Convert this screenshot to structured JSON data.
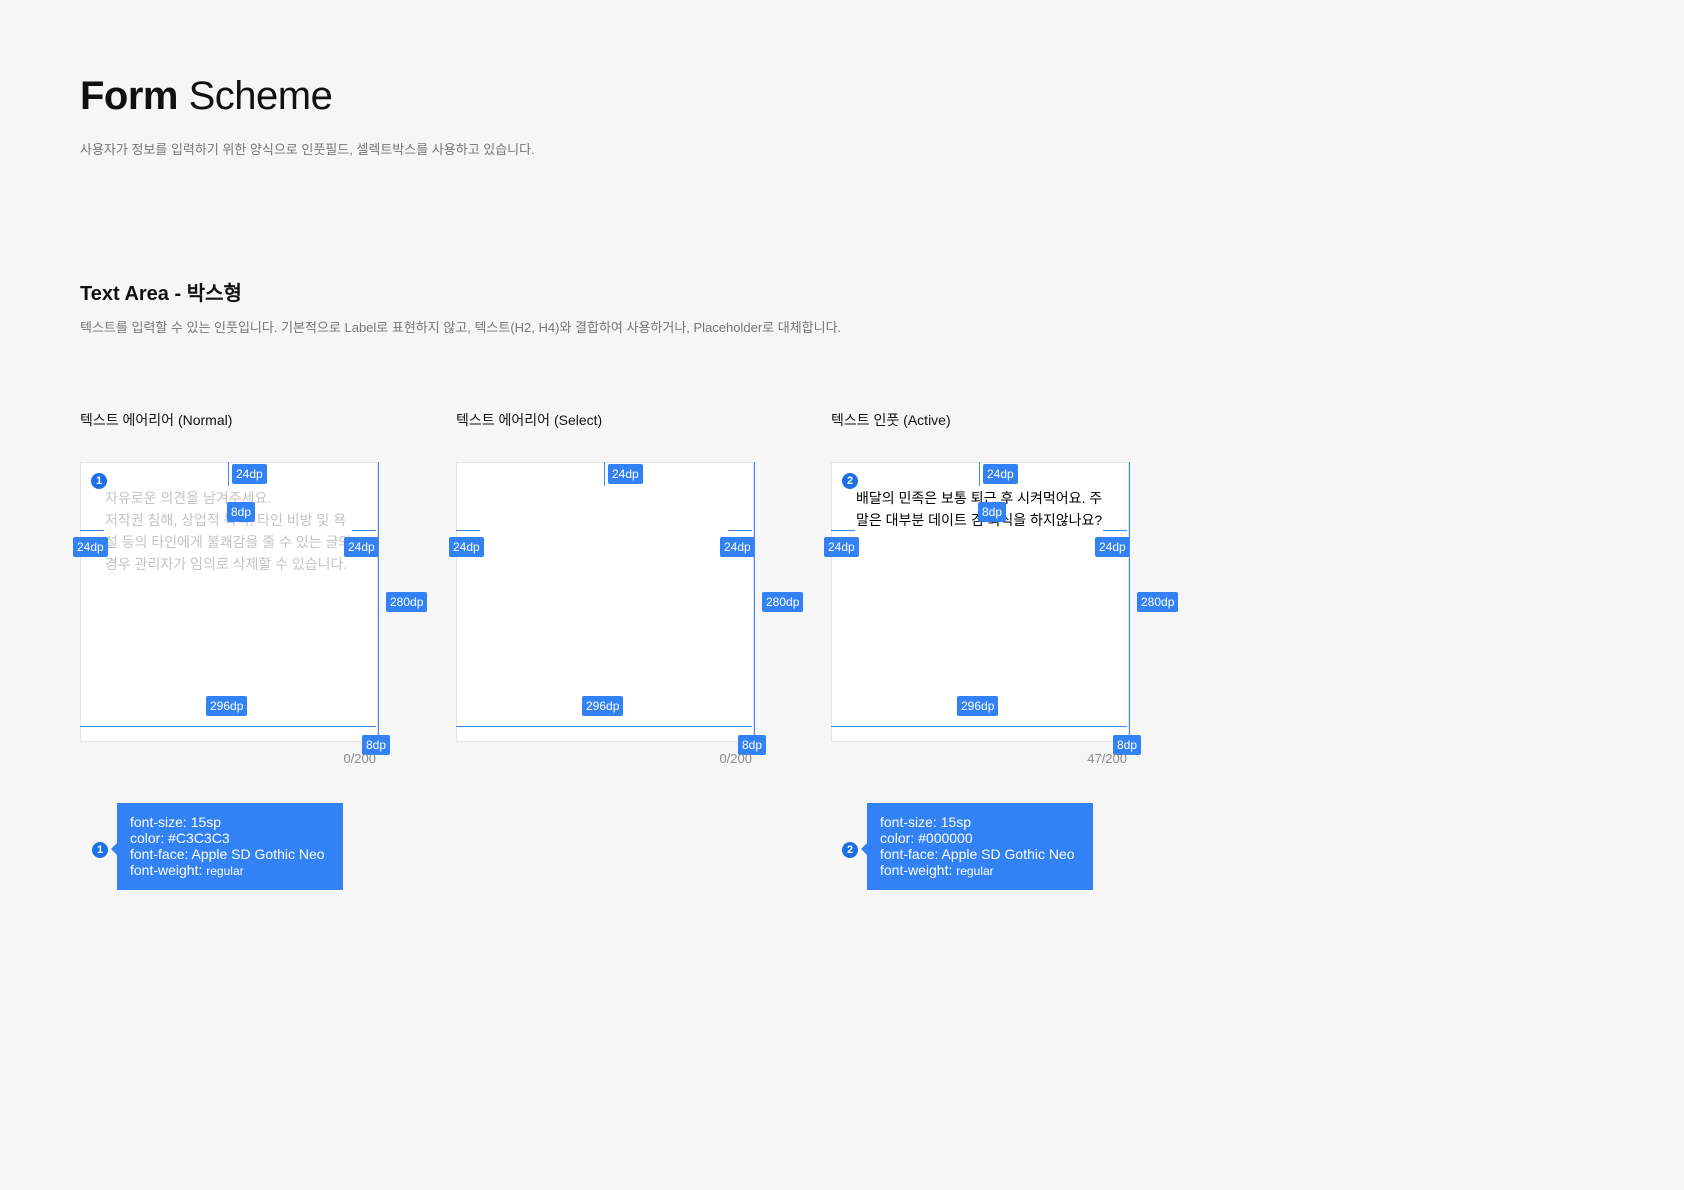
{
  "header": {
    "title_bold": "Form",
    "title_light": "Scheme",
    "description": "사용자가 정보를 입력하기 위한 양식으로 인풋필드, 셀렉트박스를 사용하고 있습니다."
  },
  "section": {
    "title": "Text Area - 박스형",
    "description": "텍스트를 입력할 수 있는 인풋입니다. 기본적으로 Label로 표현하지 않고, 텍스트(H2, H4)와 결합하여 사용하거나, Placeholder로 대체합니다."
  },
  "samples": [
    {
      "label": "텍스트 에어리어 (Normal)",
      "badge": "1",
      "text": "자유로운 의견을 남겨주세요.\n저작권 침해, 상업적 목적, 타인 비방 및 욕설 등의 타인에게 불쾌감을 줄 수 있는 글의 경우 관리자가 임의로 삭제할 수 있습니다.",
      "counter": "0/200",
      "dims": {
        "top": "24dp",
        "gap": "8dp",
        "left": "24dp",
        "right": "24dp",
        "height": "280dp",
        "width": "296dp",
        "bottom": "8dp"
      }
    },
    {
      "label": "텍스트 에어리어 (Select)",
      "text": "",
      "counter": "0/200",
      "dims": {
        "top": "24dp",
        "left": "24dp",
        "right": "24dp",
        "height": "280dp",
        "width": "296dp",
        "bottom": "8dp"
      }
    },
    {
      "label": "텍스트 인풋 (Active)",
      "badge": "2",
      "text": "배달의 민족은 보통 퇴근 후 시켜먹어요. 주말은 대부분 데이트 겸 외식을 하지않나요?",
      "counter": "47/200",
      "dims": {
        "top": "24dp",
        "gap": "8dp",
        "left": "24dp",
        "right": "24dp",
        "height": "280dp",
        "width": "296dp",
        "bottom": "8dp"
      }
    }
  ],
  "specs": [
    {
      "badge": "1",
      "font_size": "font-size: 15sp",
      "color": "color: #C3C3C3",
      "font_face": "font-face: Apple SD Gothic Neo",
      "font_weight_label": "font-weight:",
      "font_weight_value": "regular"
    },
    {
      "badge": "2",
      "font_size": "font-size: 15sp",
      "color": "color: #000000",
      "font_face": "font-face: Apple SD Gothic Neo",
      "font_weight_label": "font-weight:",
      "font_weight_value": "regular"
    }
  ],
  "colors": {
    "accent": "#3282f6",
    "placeholder": "#C3C3C3",
    "active_text": "#000000"
  }
}
